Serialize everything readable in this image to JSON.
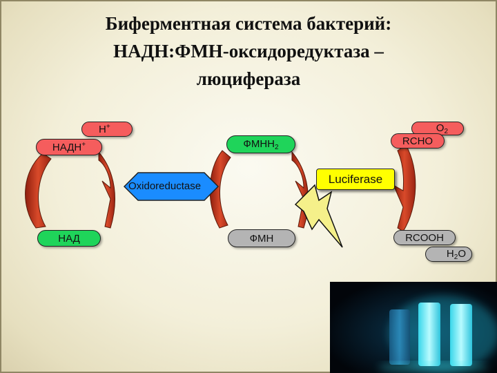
{
  "title": {
    "line1": "Биферментная система бактерий:",
    "line2": "НАДН:ФМН-оксидоредуктаза –",
    "line3": "люцифераза"
  },
  "labels": {
    "h_plus": "Н",
    "h_plus_sup": "+",
    "nadh": "НАДН",
    "nadh_sup": "+",
    "nad": "НАД",
    "fmnh2": "ФМНН",
    "fmnh2_sub": "2",
    "fmn": "ФМН",
    "oxidoreductase": "Oxidoreductase",
    "luciferase": "Luciferase",
    "o2": "O",
    "o2_sub": "2",
    "rcho": "RCHO",
    "rcooh": "RCOOH",
    "h2o_h": "H",
    "h2o_sub": "2",
    "h2o_o": "O"
  },
  "colors": {
    "pill_red": "#f55d5d",
    "pill_green": "#1fd45a",
    "pill_gray": "#b4b4b4",
    "oxidoreductase_blue": "#1a8cff",
    "luciferase_yellow": "#ffff00",
    "arrow_red": "#c0341c",
    "lightning_yellow": "#f5f08a",
    "glow_cyan": "#3fe6f2"
  },
  "icons": {
    "curved_arrow": "curved-arrow-icon",
    "lightning": "lightning-icon"
  }
}
